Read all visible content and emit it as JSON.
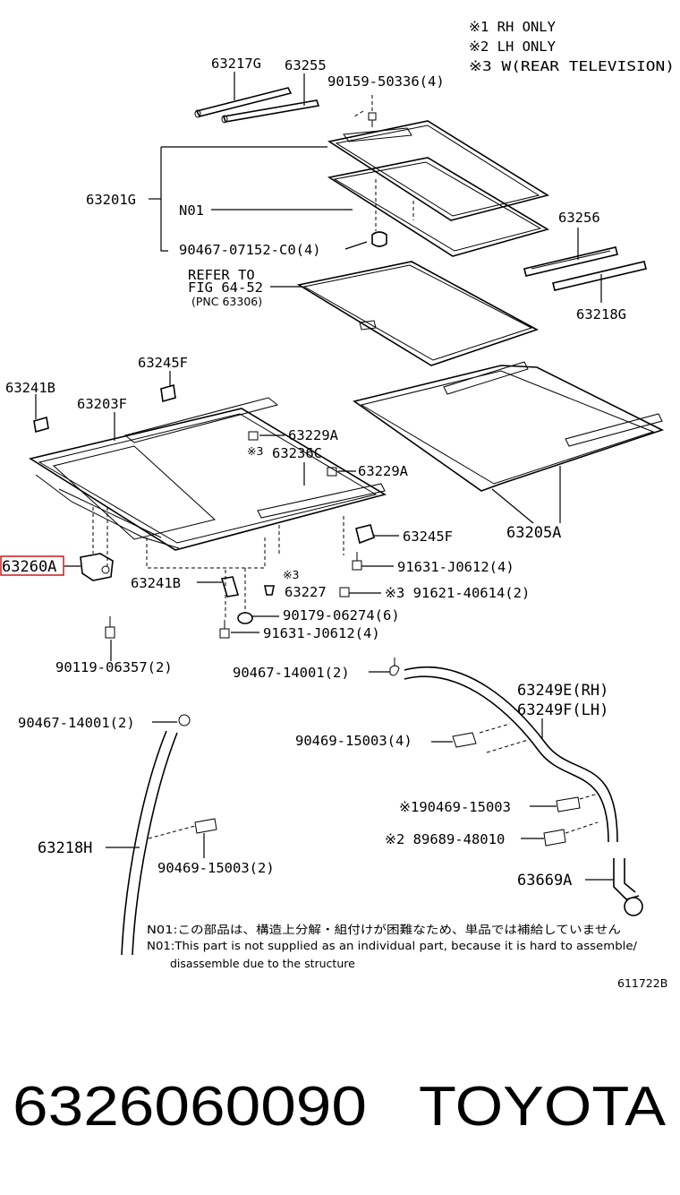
{
  "notes": {
    "rh_only": "※1 RH ONLY",
    "lh_only": "※2 LH ONLY",
    "rear_tv": "※3 W(REAR TELEVISION)"
  },
  "labels": {
    "p63217G": "63217G",
    "p63255": "63255",
    "p90159": "90159-50336(4)",
    "p63201G": "63201G",
    "pN01": "N01",
    "p90467_07152": "90467-07152-C0(4)",
    "p63256": "63256",
    "p63218G": "63218G",
    "refer1": "REFER TO",
    "refer2": "FIG  64-52",
    "refer3": "(PNC 63306)",
    "p63245F_top": "63245F",
    "p63241B_top": "63241B",
    "p63203F": "63203F",
    "p63229A_1": "63229A",
    "p63236C": "63236C",
    "mark3_a": "※3",
    "p63229A_2": "63229A",
    "p63205A": "63205A",
    "p63245F_2": "63245F",
    "p63260A": "63260A",
    "p91631_1": "91631-J0612(4)",
    "p63241B_2": "63241B",
    "mark3_b": "※3",
    "p63227": "63227",
    "p91621": "※3 91621-40614(2)",
    "p90179": "90179-06274(6)",
    "p91631_2": "91631-J0612(4)",
    "p90119": "90119-06357(2)",
    "p90467_14001_a": "90467-14001(2)",
    "p63249E": "63249E(RH)",
    "p63249F": "63249F(LH)",
    "p90467_14001_b": "90467-14001(2)",
    "p90469_a": "90469-15003(4)",
    "p90469_rh": "※190469-15003",
    "p89689": "※2  89689-48010",
    "p63218H": "63218H",
    "p90469_b": "90469-15003(2)",
    "p63669A": "63669A"
  },
  "footnotes": {
    "jp": "N01:この部品は、構造上分解・組付けが困難なため、単品では補給していません",
    "en1": "N01:This part is not supplied as an individual part,  because it is hard to assemble/",
    "en2": "disassemble due to the structure"
  },
  "figure_code": "611722B",
  "caption": {
    "part_number": "6326060090",
    "brand": "TOYOTA"
  },
  "highlight_color": "#d01818"
}
